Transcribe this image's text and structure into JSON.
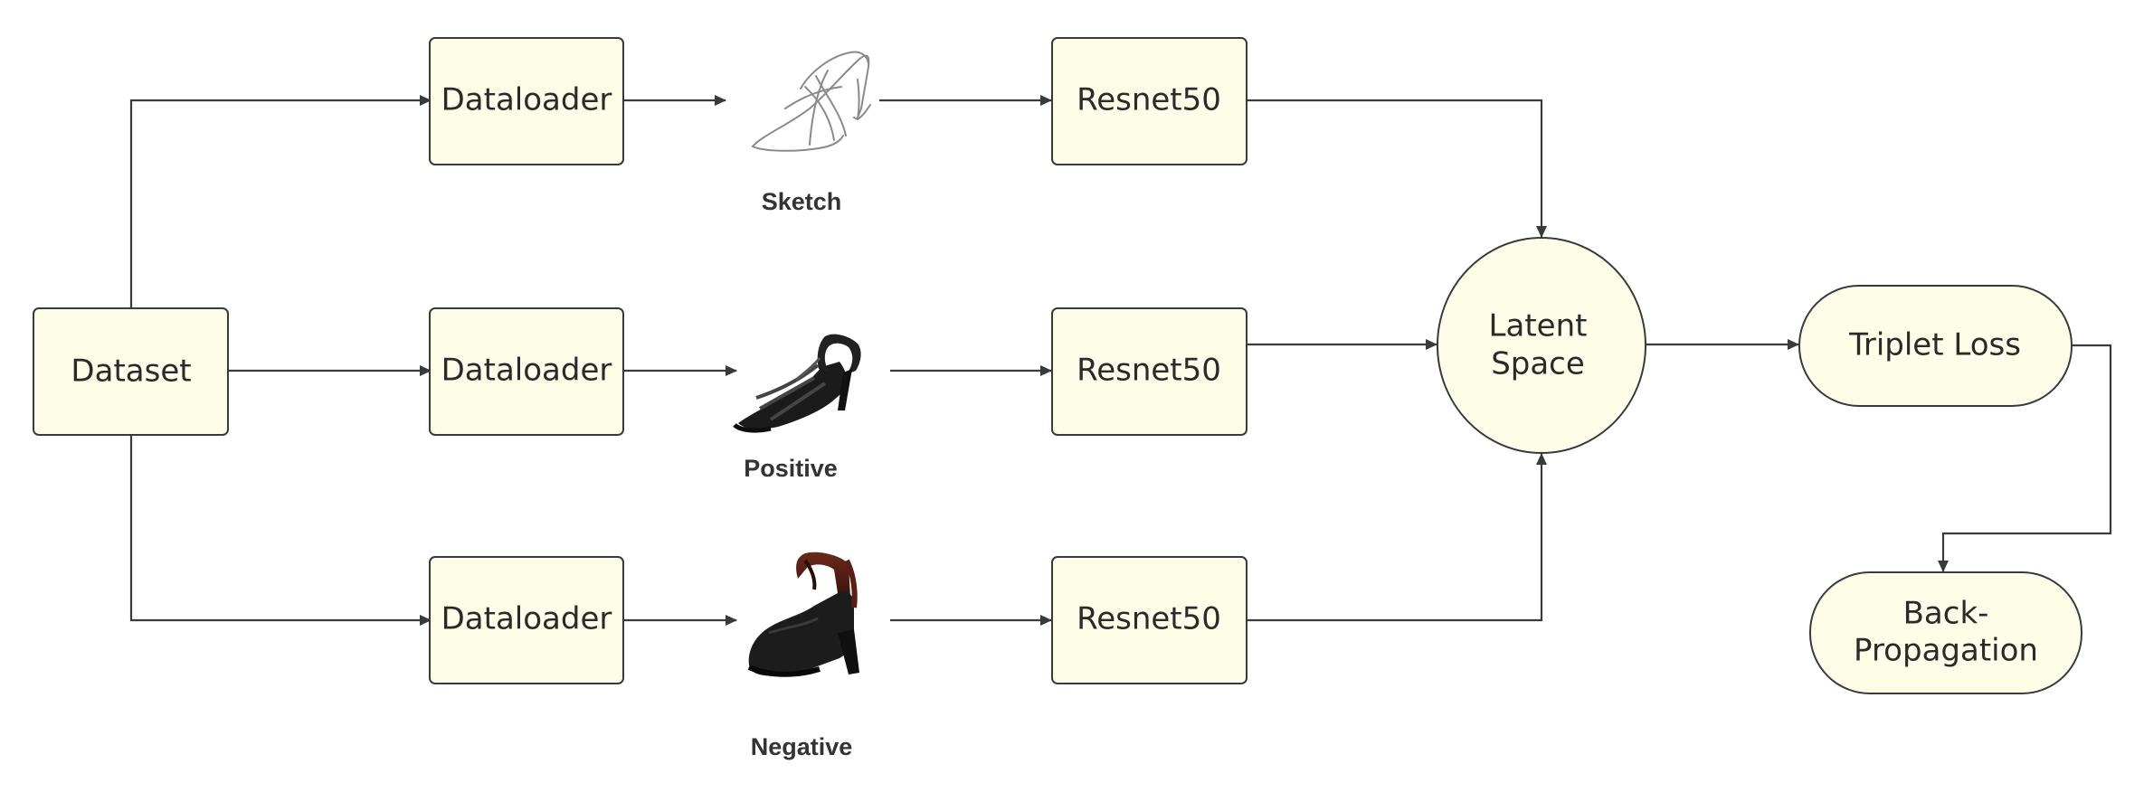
{
  "nodes": {
    "dataset": "Dataset",
    "dataloader_sketch": "Dataloader",
    "dataloader_positive": "Dataloader",
    "dataloader_negative": "Dataloader",
    "resnet_sketch": "Resnet50",
    "resnet_positive": "Resnet50",
    "resnet_negative": "Resnet50",
    "latent_space": [
      "Latent",
      "Space"
    ],
    "triplet_loss": "Triplet Loss",
    "backprop": [
      "Back-",
      "Propagation"
    ]
  },
  "images": {
    "sketch": {
      "caption": "Sketch",
      "icon": "sketch-shoe-icon"
    },
    "positive": {
      "caption": "Positive",
      "icon": "black-sandal-icon"
    },
    "negative": {
      "caption": "Negative",
      "icon": "black-heel-shoe-icon"
    }
  },
  "colors": {
    "node_fill": "#fdfde8",
    "stroke": "#3a3a3a",
    "text": "#2a2a2a"
  }
}
